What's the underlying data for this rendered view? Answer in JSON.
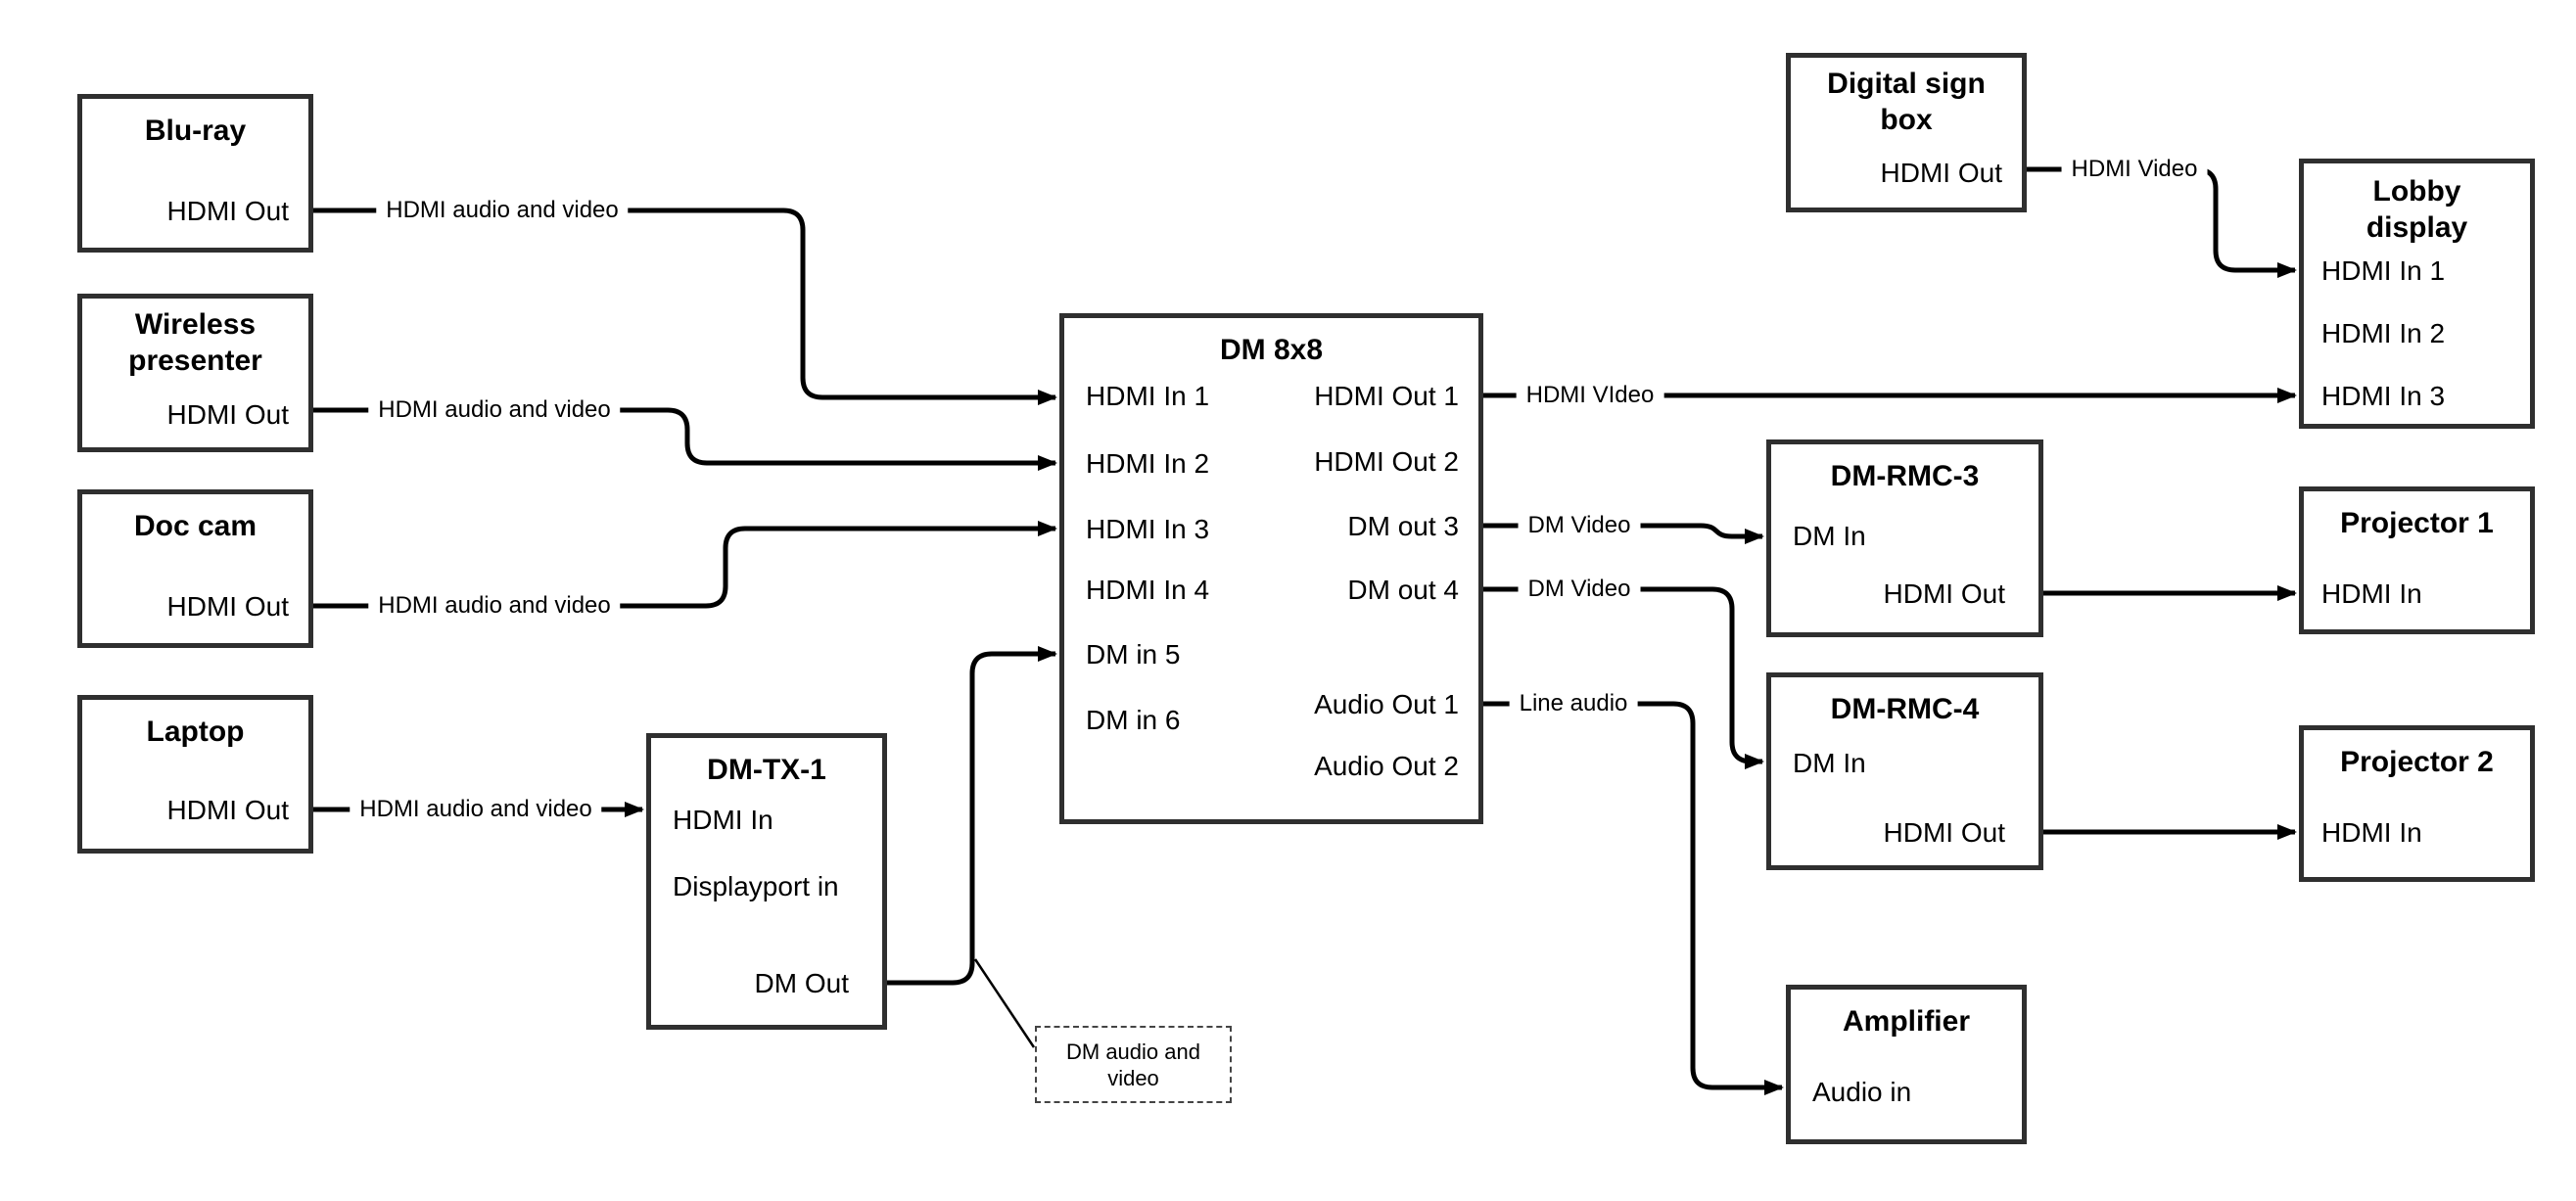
{
  "diagram": {
    "colors": {
      "wire": "#000000",
      "border": "#2f2f2f",
      "background": "#ffffff",
      "text": "#000000"
    },
    "nodes": {
      "bluray": {
        "title": "Blu-ray",
        "port_hdmi_out": "HDMI Out"
      },
      "wireless": {
        "title": "Wireless presenter",
        "port_hdmi_out": "HDMI Out"
      },
      "doccam": {
        "title": "Doc cam",
        "port_hdmi_out": "HDMI Out"
      },
      "laptop": {
        "title": "Laptop",
        "port_hdmi_out": "HDMI Out"
      },
      "dmtx1": {
        "title": "DM-TX-1",
        "port_hdmi_in": "HDMI In",
        "port_dp_in": "Displayport in",
        "port_dm_out": "DM Out"
      },
      "dm8x8": {
        "title": "DM 8x8",
        "port_in1": "HDMI In 1",
        "port_in2": "HDMI In 2",
        "port_in3": "HDMI In 3",
        "port_in4": "HDMI In 4",
        "port_in5": "DM in 5",
        "port_in6": "DM in 6",
        "port_out1": "HDMI Out 1",
        "port_out2": "HDMI Out 2",
        "port_out3": "DM out 3",
        "port_out4": "DM out 4",
        "port_aout1": "Audio Out 1",
        "port_aout2": "Audio Out 2"
      },
      "signbox": {
        "title": "Digital sign box",
        "port_hdmi_out": "HDMI Out"
      },
      "lobby": {
        "title": "Lobby display",
        "port_in1": "HDMI In 1",
        "port_in2": "HDMI In 2",
        "port_in3": "HDMI In 3"
      },
      "rmc3": {
        "title": "DM-RMC-3",
        "port_dm_in": "DM In",
        "port_hdmi_out": "HDMI Out"
      },
      "proj1": {
        "title": "Projector 1",
        "port_hdmi_in": "HDMI In"
      },
      "rmc4": {
        "title": "DM-RMC-4",
        "port_dm_in": "DM In",
        "port_hdmi_out": "HDMI Out"
      },
      "proj2": {
        "title": "Projector 2",
        "port_hdmi_in": "HDMI In"
      },
      "amp": {
        "title": "Amplifier",
        "port_audio_in": "Audio in"
      }
    },
    "edge_labels": {
      "bluray_to_dm": "HDMI audio and video",
      "wireless_to_dm": "HDMI audio and video",
      "doccam_to_dm": "HDMI audio and video",
      "laptop_to_tx": "HDMI audio and video",
      "hdmi_out1": "HDMI VIdeo",
      "dm_out3": "DM Video",
      "dm_out4": "DM Video",
      "audio_out1": "Line audio",
      "signbox_to_lobby": "HDMI Video"
    },
    "callout": {
      "text": "DM audio and video"
    }
  }
}
